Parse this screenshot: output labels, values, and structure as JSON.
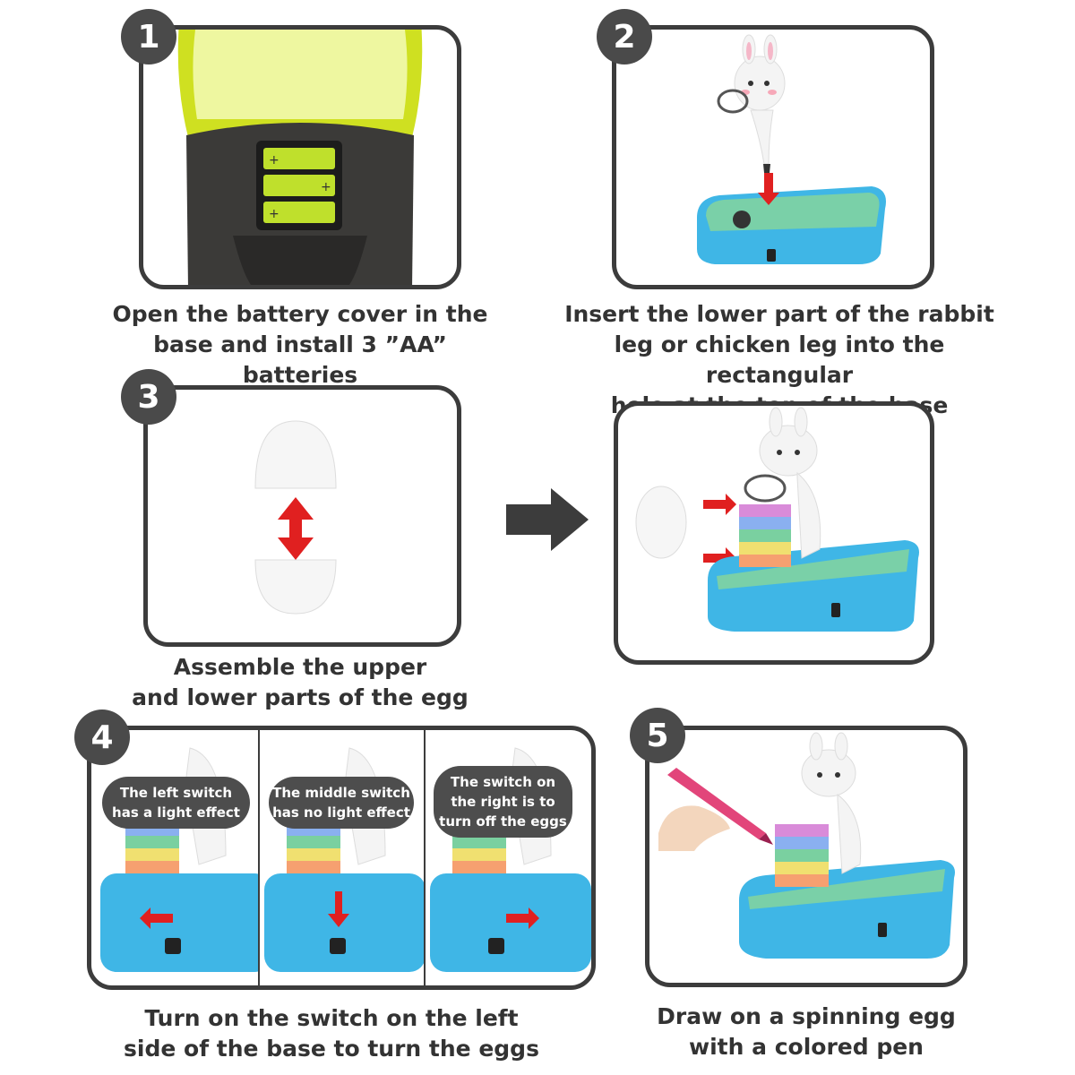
{
  "steps": {
    "s1": {
      "number": "1",
      "caption": [
        "Open the battery cover in the",
        "base and install 3 ”AA” batteries"
      ]
    },
    "s2": {
      "number": "2",
      "caption": [
        "Insert the lower part of the rabbit",
        "leg or chicken leg into the rectangular",
        "hole at the top of the base"
      ]
    },
    "s3": {
      "number": "3",
      "caption": [
        "Assemble the upper",
        "and lower parts of the egg"
      ]
    },
    "s4": {
      "number": "4",
      "caption": [
        "Turn on the switch on the left",
        "side of the base to turn the eggs"
      ],
      "bubbles": [
        [
          "The left switch",
          "has a light effect"
        ],
        [
          "The middle switch",
          "has no light effect"
        ],
        [
          "The switch on",
          "the right is to",
          "turn off the eggs"
        ]
      ]
    },
    "s5": {
      "number": "5",
      "caption": [
        "Draw on a spinning egg",
        "with a colored pen"
      ]
    }
  },
  "colors": {
    "badge": "#4a4a4a",
    "border": "#3c3c3c",
    "arrow_red": "#e02020",
    "base_blue": "#3fb6e6",
    "battery_green": "#b8e02a",
    "tray_yellow": "#d4e21a"
  },
  "icons": [
    "battery-icon",
    "egg-icon",
    "rabbit-icon",
    "switch-icon",
    "arrow-right-icon",
    "pen-icon",
    "hand-icon"
  ]
}
